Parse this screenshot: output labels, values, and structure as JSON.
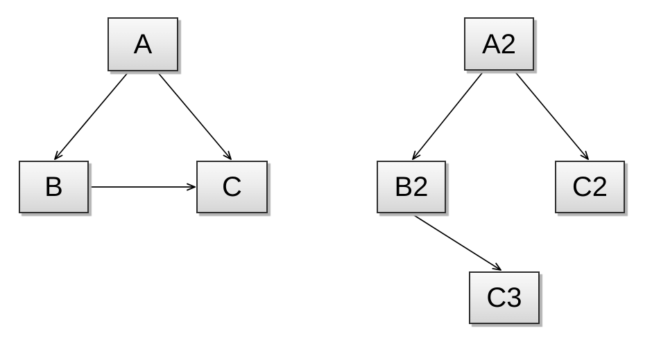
{
  "diagram": {
    "colors": {
      "background": "#ffffff",
      "node_fill_top": "#f9f9f9",
      "node_fill_bottom": "#d6d6d6",
      "node_border": "#2d2d2d",
      "node_shadow": "#b5b5b5",
      "edge": "#000000",
      "label": "#000000"
    },
    "left_graph": {
      "nodes": [
        {
          "id": "A",
          "label": "A"
        },
        {
          "id": "B",
          "label": "B"
        },
        {
          "id": "C",
          "label": "C"
        }
      ],
      "edges": [
        {
          "from": "A",
          "to": "B"
        },
        {
          "from": "A",
          "to": "C"
        },
        {
          "from": "B",
          "to": "C"
        }
      ]
    },
    "right_graph": {
      "nodes": [
        {
          "id": "A2",
          "label": "A2"
        },
        {
          "id": "B2",
          "label": "B2"
        },
        {
          "id": "C2",
          "label": "C2"
        },
        {
          "id": "C3",
          "label": "C3"
        }
      ],
      "edges": [
        {
          "from": "A2",
          "to": "B2"
        },
        {
          "from": "A2",
          "to": "C2"
        },
        {
          "from": "B2",
          "to": "C3"
        }
      ]
    }
  }
}
